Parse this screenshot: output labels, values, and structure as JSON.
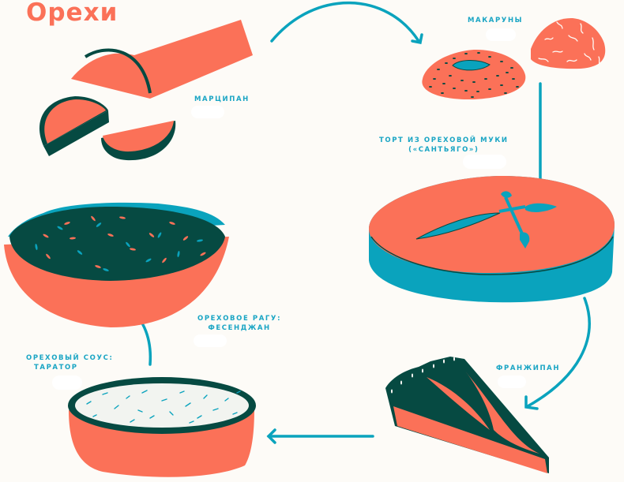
{
  "title": "Орехи",
  "colors": {
    "coral": "#fb7158",
    "teal": "#0aa3bd",
    "dark_green": "#064a42",
    "background": "#fdfbf7",
    "label": "#1aa5c4"
  },
  "nodes": [
    {
      "id": "marzipan",
      "label": "МАРЦИПАН"
    },
    {
      "id": "macarons",
      "label": "МАКАРУНЫ"
    },
    {
      "id": "santiago_cake",
      "label_line1": "ТОРТ ИЗ ОРЕХОВОЙ МУКИ",
      "label_line2": "(«САНТЬЯГО»)"
    },
    {
      "id": "frangipane",
      "label": "ФРАНЖИПАН"
    },
    {
      "id": "tarator",
      "label_line1": "ОРЕХОВЫЙ СОУС:",
      "label_line2": "ТАРАТОР"
    },
    {
      "id": "fesenjan",
      "label_line1": "ОРЕХОВОЕ РАГУ:",
      "label_line2": "ФЕСЕНДЖАН"
    }
  ],
  "flow": [
    "marzipan",
    "macarons",
    "santiago_cake",
    "frangipane",
    "tarator",
    "fesenjan"
  ]
}
